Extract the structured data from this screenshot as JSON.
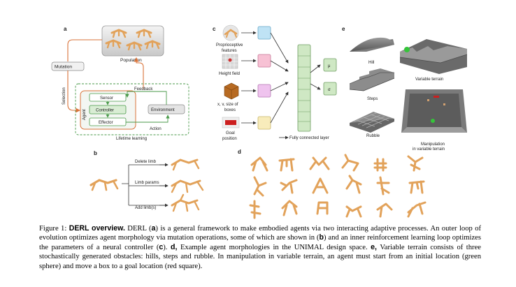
{
  "panels": {
    "a": {
      "label": "a",
      "population": "Population",
      "mutation": "Mutation",
      "selection": "Selection",
      "agent": "Agent",
      "sensor": "Sensor",
      "controller": "Controller",
      "effector": "Effector",
      "feedback": "Feedback",
      "environment": "Environment",
      "action": "Action",
      "lifetime_learning": "Lifetime learning"
    },
    "b": {
      "label": "b",
      "delete_limb": "Delete limb",
      "limb_params": "Limb params",
      "add_limbs": "Add limb(s)"
    },
    "c": {
      "label": "c",
      "proprio_line1": "Proprioceptive",
      "proprio_line2": "features",
      "height_field": "Height field",
      "box_line1": "x, v, size of",
      "box_line2": "boxes",
      "goal_line1": "Goal",
      "goal_line2": "position",
      "mu": "μ",
      "sigma": "σ",
      "fc_legend": "Fully connected layer"
    },
    "d": {
      "label": "d"
    },
    "e": {
      "label": "e",
      "hill": "Hill",
      "variable_terrain": "Variable terrain",
      "steps": "Steps",
      "rubble": "Rubble",
      "manip_line1": "Manipulation",
      "manip_line2": "in variable terrain"
    }
  },
  "caption": {
    "prefix": "Figure 1: ",
    "title": "DERL overview.",
    "s1": " DERL (",
    "s1a": "a",
    "s2": ") is a general framework to make embodied agents via two interacting adaptive processes. An outer loop of evolution optimizes agent morphology via mutation operations, some of which are shown in (",
    "s2b": "b",
    "s3": ") and an inner reinforcement learning loop optimizes the parameters of a neural controller (",
    "s3c": "c",
    "s4": "). ",
    "s4d": "d,",
    "s5": " Example agent morphologies in the UNIMAL design space. ",
    "s5e": "e,",
    "s6": " Variable terrain consists of three stochastically generated obstacles: hills, steps and rubble. In manipulation in variable terrain, an agent must start from an initial location (green sphere) and move a box to a goal location (red square)."
  },
  "colors": {
    "orange_loop": "#d9733a",
    "green_loop": "#4a9a4a",
    "limb": "#e2a25a",
    "blue_box": "#bfe3f5",
    "pink_box": "#f7c1d4",
    "violet_box": "#efc3ee",
    "yellow_box": "#f8ecbb",
    "fc_green": "#cfe8c4",
    "goal_red": "#cc1f1f",
    "sphere_green": "#35c43a"
  }
}
